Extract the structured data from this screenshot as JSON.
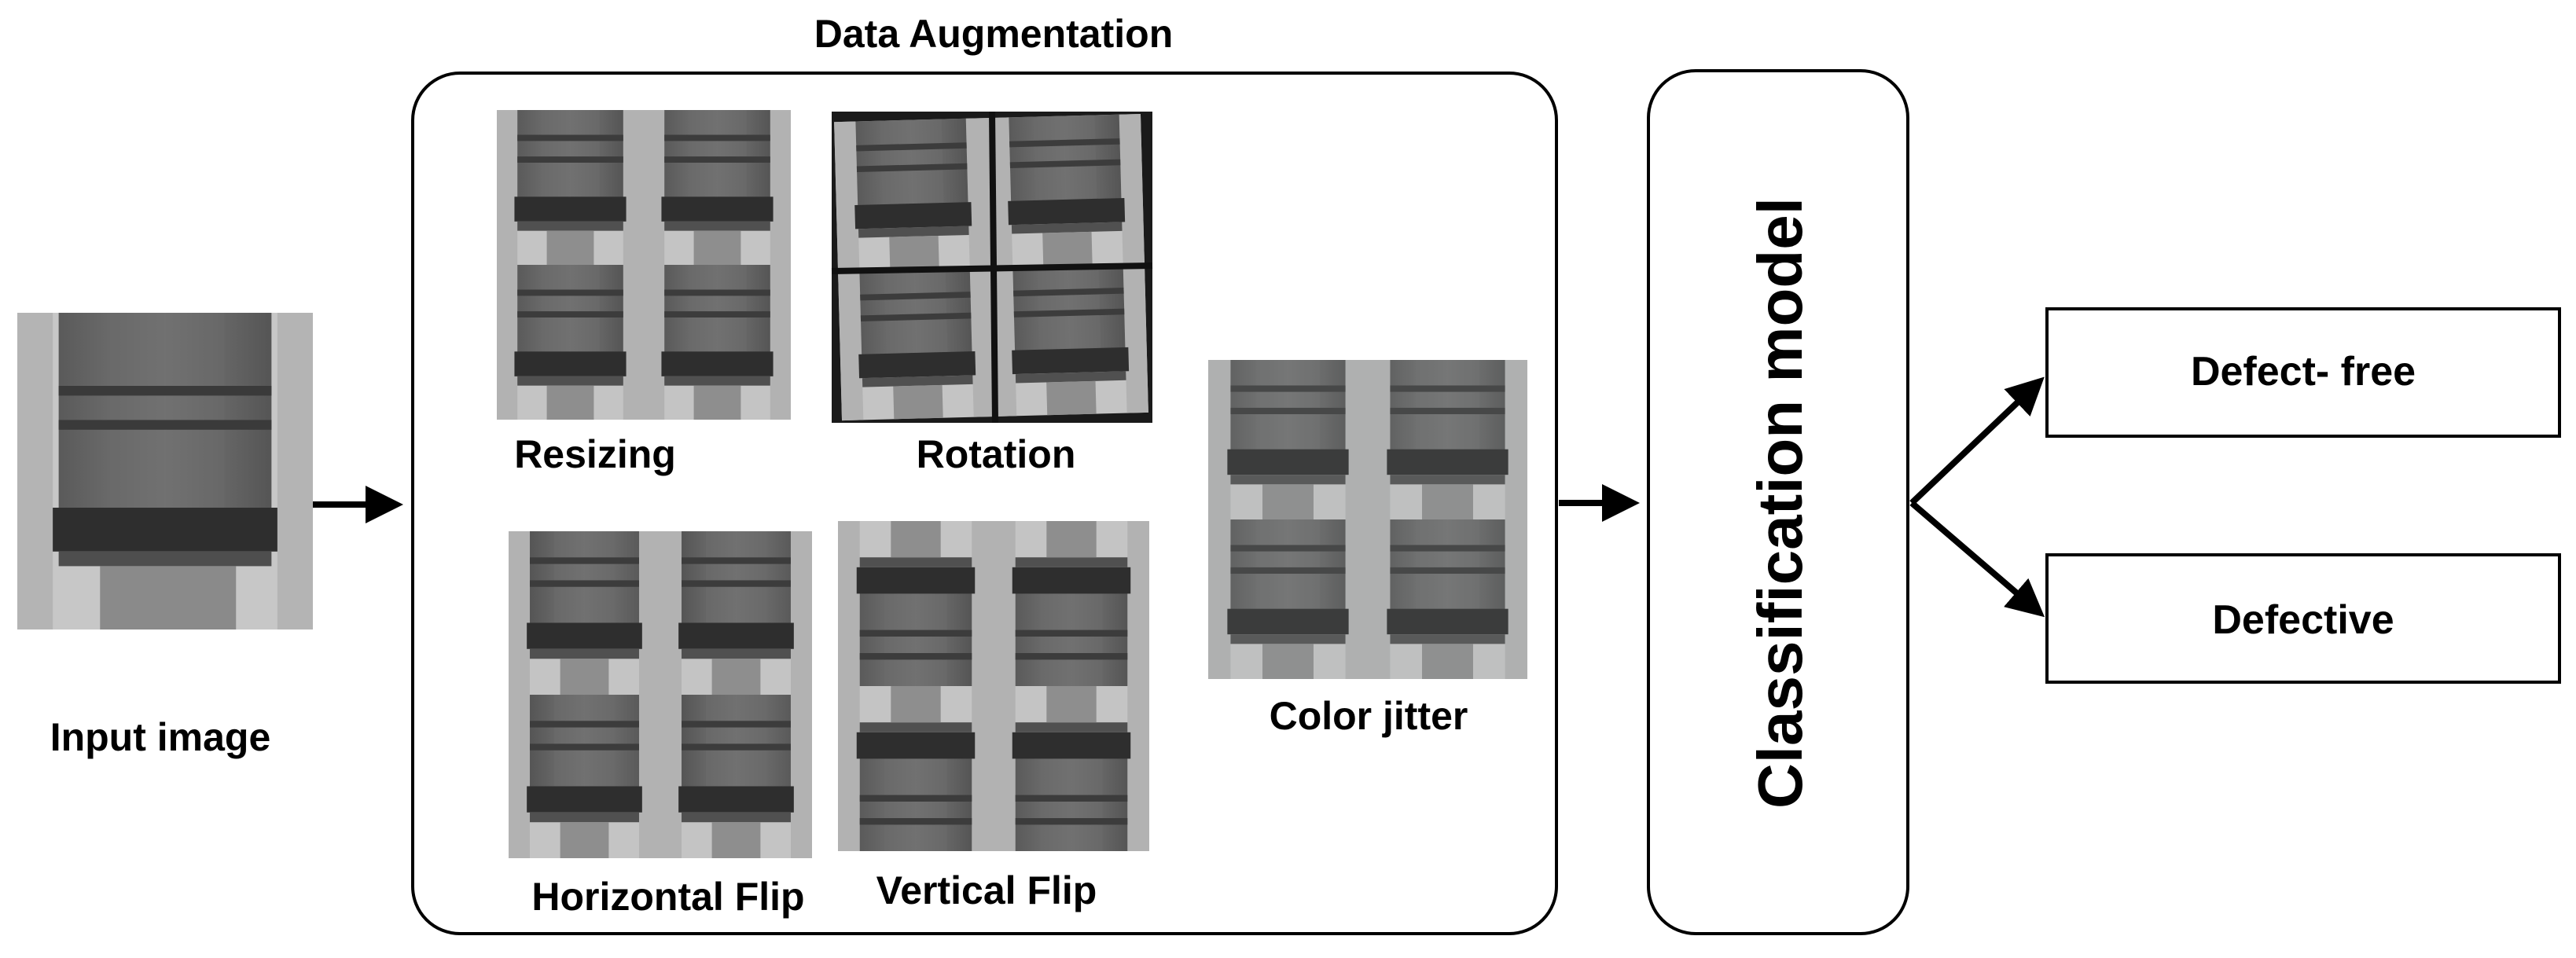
{
  "title": "Data Augmentation",
  "input": {
    "label": "Input image"
  },
  "augmentations": {
    "resizing": "Resizing",
    "rotation": "Rotation",
    "horizontal_flip": "Horizontal Flip",
    "vertical_flip": "Vertical Flip",
    "color_jitter": "Color jitter"
  },
  "model": {
    "label": "Classification model"
  },
  "outputs": [
    {
      "label": "Defect- free"
    },
    {
      "label": "Defective"
    }
  ],
  "colors": {
    "stroke": "#000000",
    "background": "#ffffff"
  }
}
